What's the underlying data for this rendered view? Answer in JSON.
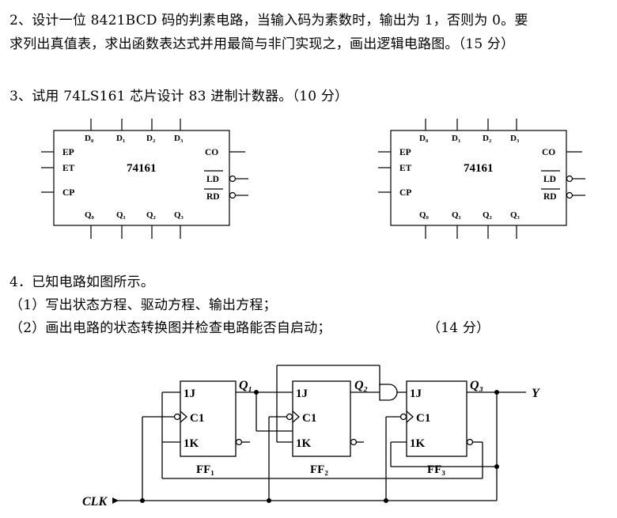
{
  "problem2": {
    "line1": "2、设计一位 8421BCD 码的判素电路，当输入码为素数时，输出为 1，否则为 0。要",
    "line2": "求列出真值表，求出函数表达式并用最简与非门实现之，画出逻辑电路图。（15 分）"
  },
  "problem3": {
    "line1": "3、试用 74LS161 芯片设计 83 进制计数器。（10 分）"
  },
  "chip": {
    "name": "74161",
    "top_pins": [
      "D₀",
      "D₁",
      "D₂",
      "D₃"
    ],
    "bottom_pins": [
      "Q₀",
      "Q₁",
      "Q₂",
      "Q₃"
    ],
    "left_pins": [
      "EP",
      "ET",
      "CP"
    ],
    "right_pins": [
      "CO",
      "LD",
      "RD"
    ]
  },
  "problem4": {
    "line1": "4．已知电路如图所示。",
    "line2": "（1）写出状态方程、驱动方程、输出方程；",
    "line3": "（2）画出电路的状态转换图并检查电路能否自启动；",
    "score": "（14 分）"
  },
  "circuit": {
    "ff_inputs": [
      "1J",
      "C1",
      "1K"
    ],
    "ff_names": [
      "FF₁",
      "FF₂",
      "FF₃"
    ],
    "outputs": [
      "Q₁",
      "Q₂",
      "Q₃"
    ],
    "y_label": "Y",
    "clk_label": "CLK"
  }
}
